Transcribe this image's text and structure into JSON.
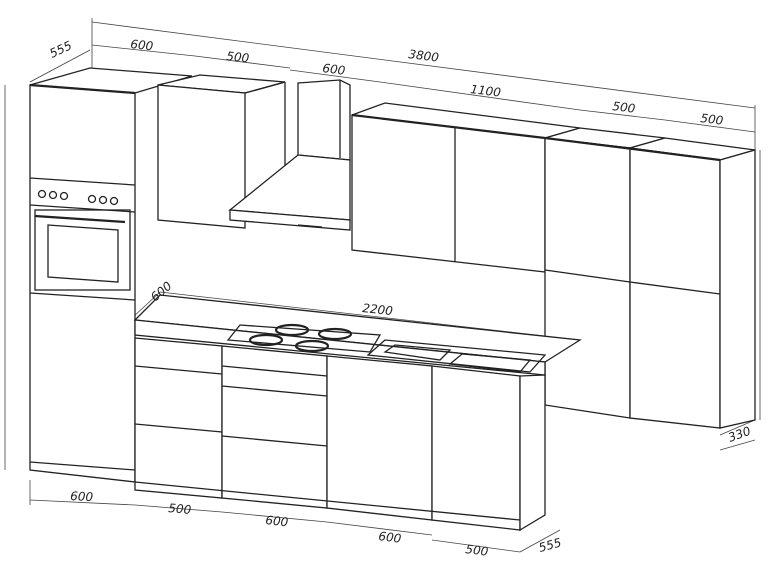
{
  "drawing": {
    "title": "Kitchen elevation with dimensions",
    "dimensions": {
      "tall_depth": "555",
      "tall_width": "600",
      "wall_cab_width": "500",
      "total_width": "3800",
      "hood_width": "600",
      "wall_pair_width": "1100",
      "right_tall_1": "500",
      "right_tall_2": "500",
      "worktop_depth": "600",
      "worktop_length": "2200",
      "side_depth": "330",
      "bottom_1": "600",
      "bottom_2": "500",
      "bottom_3": "600",
      "bottom_4": "600",
      "bottom_5": "500",
      "bottom_depth": "555"
    }
  }
}
